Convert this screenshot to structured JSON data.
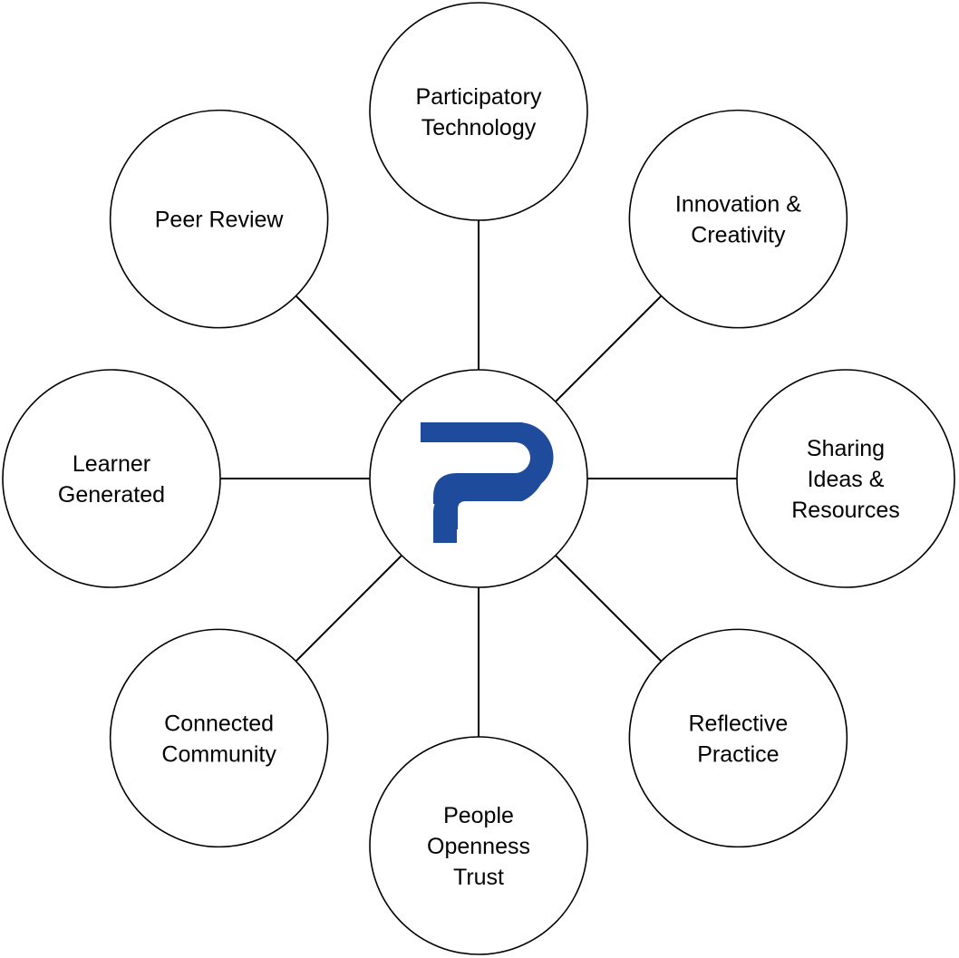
{
  "center": {
    "logo_icon": "question-mark-logo-icon",
    "logo_color": "#1f4b9c"
  },
  "nodes": [
    {
      "id": "participatory-technology",
      "lines": [
        "Participatory",
        "Technology"
      ]
    },
    {
      "id": "innovation-creativity",
      "lines": [
        "Innovation &",
        "Creativity"
      ]
    },
    {
      "id": "sharing-ideas-resources",
      "lines": [
        "Sharing",
        "Ideas &",
        "Resources"
      ]
    },
    {
      "id": "reflective-practice",
      "lines": [
        "Reflective",
        "Practice"
      ]
    },
    {
      "id": "people-openness-trust",
      "lines": [
        "People",
        "Openness",
        "Trust"
      ]
    },
    {
      "id": "connected-community",
      "lines": [
        "Connected",
        "Community"
      ]
    },
    {
      "id": "learner-generated",
      "lines": [
        "Learner",
        "Generated"
      ]
    },
    {
      "id": "peer-review",
      "lines": [
        "Peer Review"
      ]
    }
  ]
}
